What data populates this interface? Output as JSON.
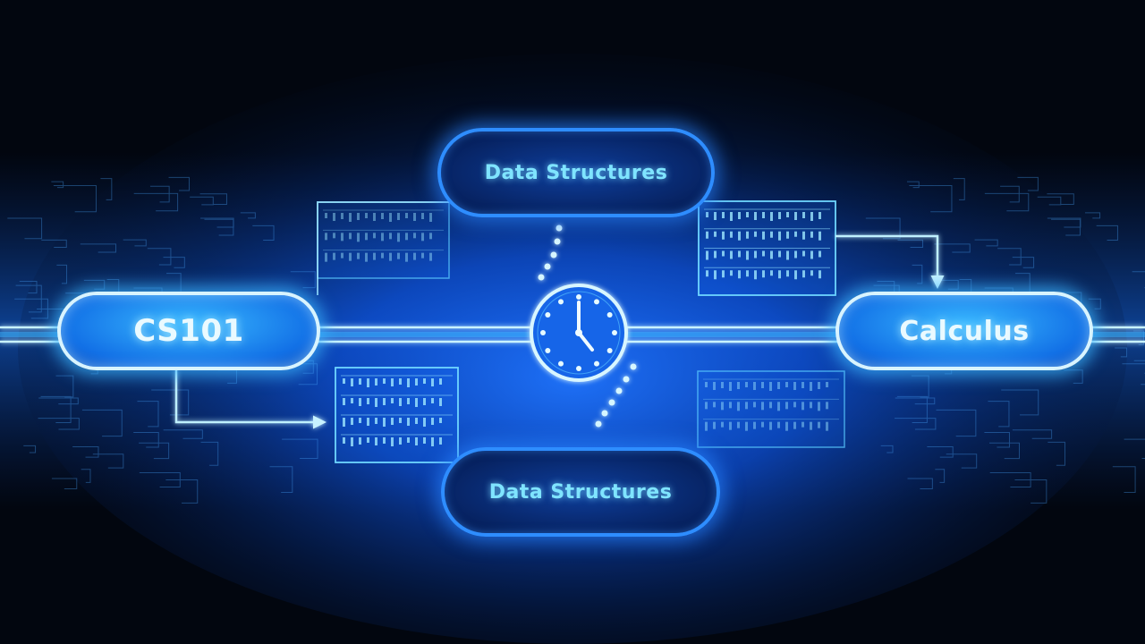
{
  "nodes": {
    "cs101": {
      "label": "CS101"
    },
    "calculus": {
      "label": "Calculus"
    },
    "data_structures_top": {
      "label": "Data Structures"
    },
    "data_structures_bottom": {
      "label": "Data Structures"
    }
  },
  "icons": {
    "clock": "clock-icon"
  },
  "colors": {
    "background": "#02060f",
    "glow": "#1e90ff",
    "line": "#bff0ff",
    "accent": "#7fe4ff"
  }
}
